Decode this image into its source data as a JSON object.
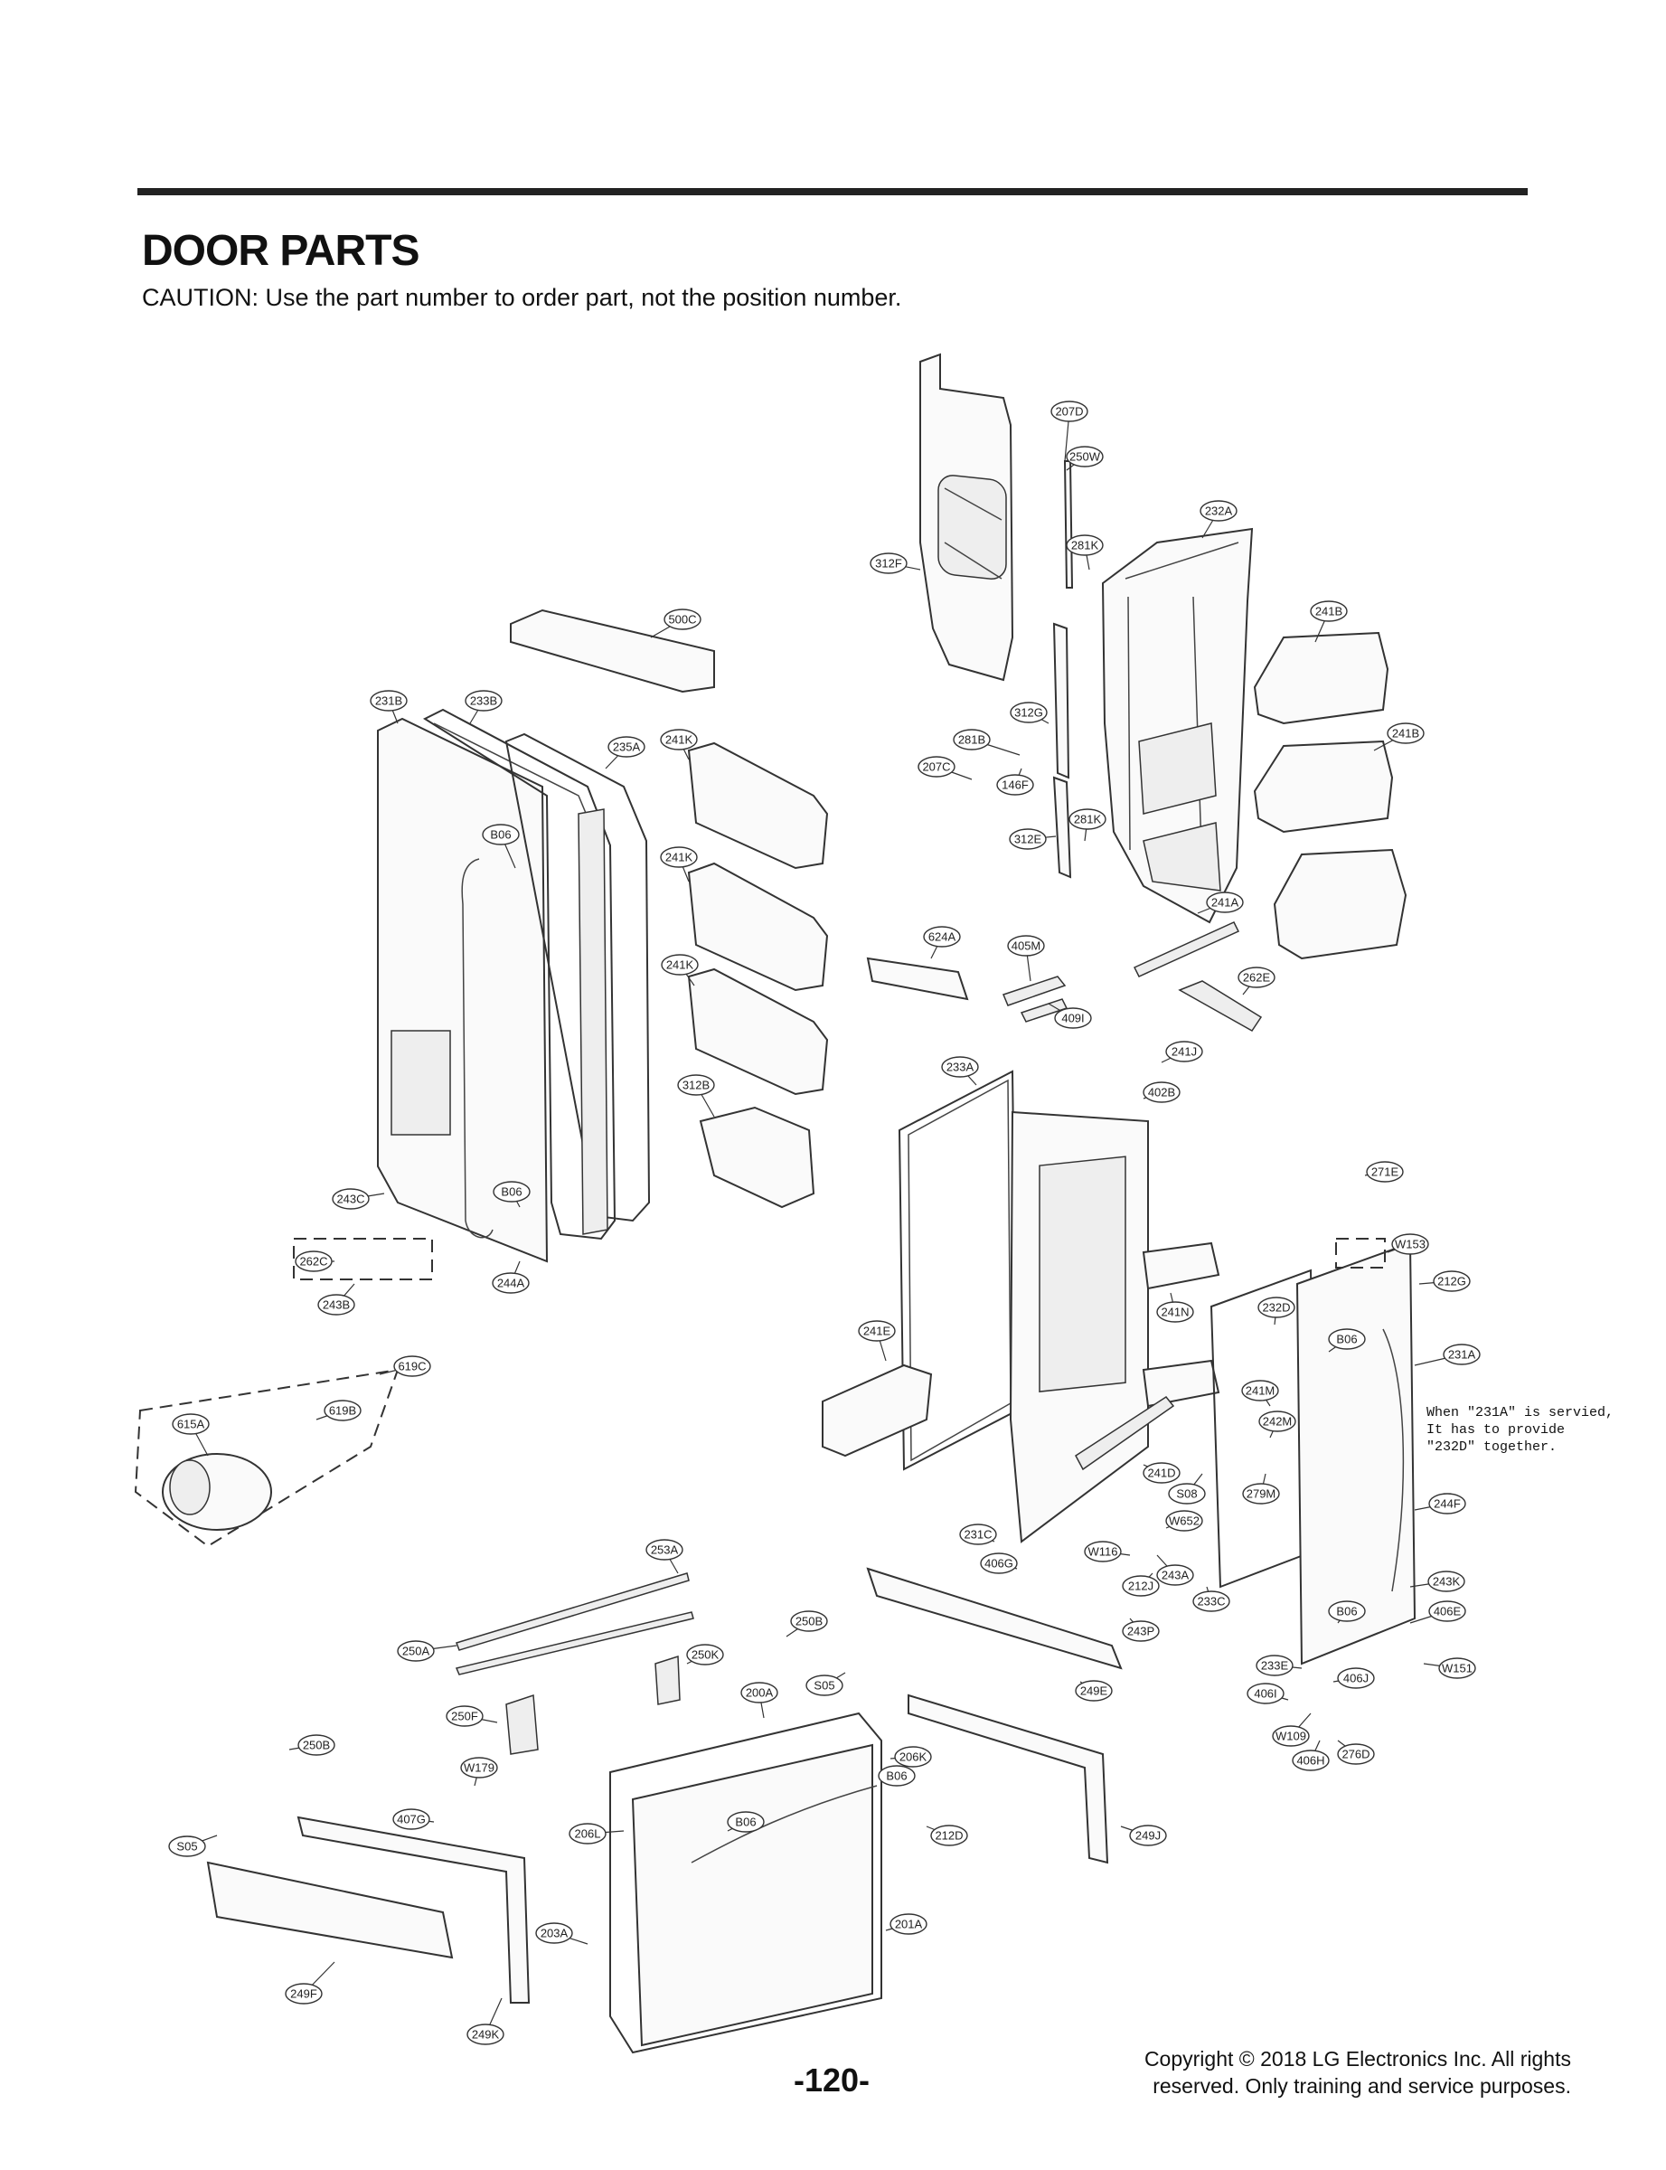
{
  "header": {
    "title": "DOOR PARTS",
    "caution": "CAUTION: Use the part number to order part, not the position number."
  },
  "note": "When \"231A\" is servied,\nIt has to provide\n\"232D\" together.",
  "footer": {
    "page_number": "-120-",
    "copyright": "Copyright © 2018 LG Electronics Inc. All rights reserved. Only training and service purposes."
  },
  "callouts": [
    "207D",
    "250W",
    "232A",
    "281K",
    "312F",
    "241B",
    "500C",
    "231B",
    "233B",
    "312G",
    "281B",
    "241B",
    "207C",
    "146F",
    "235A",
    "241K",
    "281K",
    "312E",
    "B06",
    "241K",
    "241A",
    "624A",
    "405M",
    "262E",
    "241K",
    "409I",
    "241J",
    "233A",
    "312B",
    "402B",
    "271E",
    "243C",
    "B06",
    "262C",
    "W153",
    "212G",
    "243B",
    "244A",
    "241N",
    "232D",
    "241E",
    "B06",
    "231A",
    "619C",
    "619B",
    "241M",
    "242M",
    "615A",
    "241D",
    "S08",
    "279M",
    "W652",
    "244F",
    "231C",
    "253A",
    "406G",
    "W116",
    "243A",
    "212J",
    "243K",
    "233C",
    "B06",
    "406E",
    "250B",
    "243P",
    "250A",
    "250K",
    "S05",
    "249E",
    "233E",
    "W151",
    "406J",
    "200A",
    "406I",
    "W109",
    "276D",
    "250F",
    "406H",
    "206K",
    "W179",
    "250B",
    "B06",
    "S05",
    "206L",
    "B06",
    "212D",
    "249J",
    "407G",
    "203A",
    "201A",
    "249F",
    "249K"
  ]
}
